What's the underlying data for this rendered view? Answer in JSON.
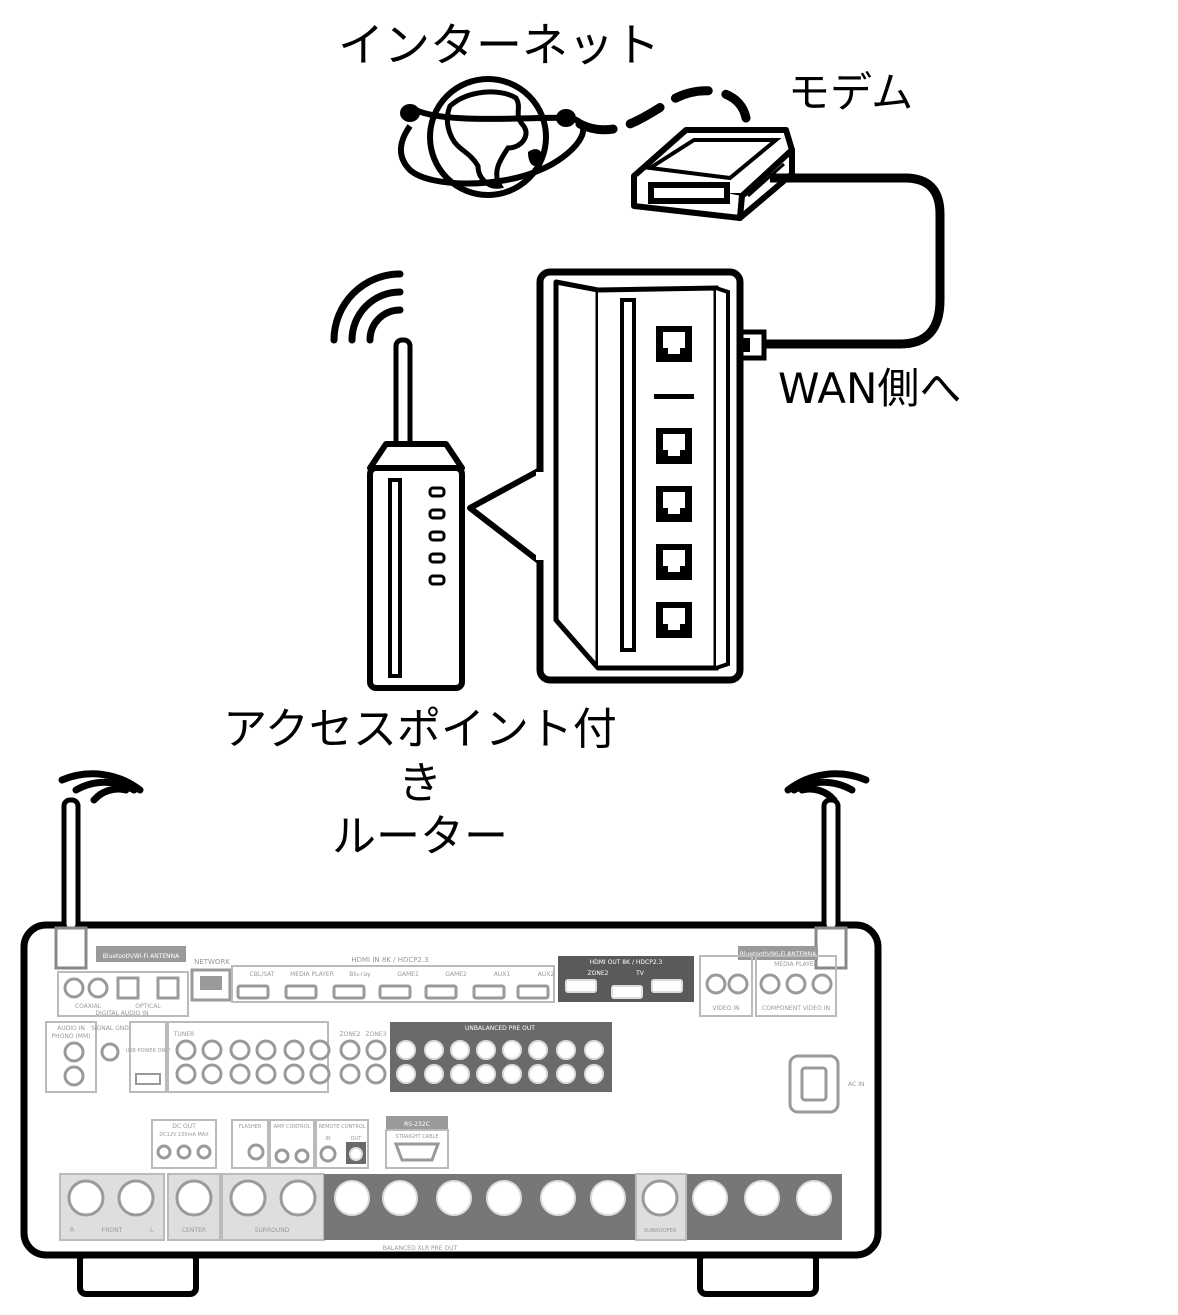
{
  "labels": {
    "internet": "インターネット",
    "modem": "モデム",
    "wan": "WAN側へ",
    "router_line1": "アクセスポイント付き",
    "router_line2": "ルーター"
  },
  "receiver_panel": {
    "bluetooth_antenna_left": "Bluetooth/Wi-Fi ANTENNA",
    "bluetooth_antenna_right": "Bluetooth/Wi-Fi ANTENNA",
    "network": "NETWORK",
    "hdmi_in": "HDMI IN  8K / HDCP2.3",
    "hdmi_out": "HDMI OUT  8K / HDCP2.3",
    "hdmi_in_labels": [
      "CBL/SAT",
      "MEDIA PLAYER",
      "Blu-ray",
      "GAME1",
      "GAME2",
      "AUX1",
      "AUX2"
    ],
    "hdmi_out_labels": [
      "ZONE2",
      "TV"
    ],
    "digital_audio_in": "DIGITAL AUDIO IN",
    "coaxial": "COAXIAL",
    "optical": "OPTICAL",
    "video_in": "VIDEO IN",
    "media_player": "MEDIA PLAYER",
    "component_video_in": "COMPONENT VIDEO IN",
    "audio_in": "AUDIO IN",
    "phono": "PHONO (MM)",
    "signal_gnd": "SIGNAL GND",
    "usb": "USB POWER ONLY",
    "tuner": "TUNER",
    "unbalanced_pre_out": "UNBALANCED PRE OUT",
    "zone2": "ZONE2",
    "zone3": "ZONE3",
    "ac_in": "AC IN",
    "dc_out": "DC OUT",
    "dc_out_spec": "DC12V 150mA MAX",
    "flasher": "FLASHER",
    "amp_control": "AMP CONTROL",
    "remote_control": "REMOTE CONTROL",
    "rs232c": "RS-232C",
    "straight_cable": "STRAIGHT CABLE",
    "in_label": "IN",
    "out_label": "OUT",
    "front": "FRONT",
    "center": "CENTER",
    "surround": "SURROUND",
    "subwoofer": "SUBWOOFER",
    "balanced_pre_out": "BALANCED XLR PRE OUT",
    "r": "R",
    "l": "L"
  },
  "colors": {
    "line": "#000000",
    "panel_gray": "#bdbdbd",
    "panel_dark": "#6e6e6e",
    "panel_text": "#ffffff"
  }
}
